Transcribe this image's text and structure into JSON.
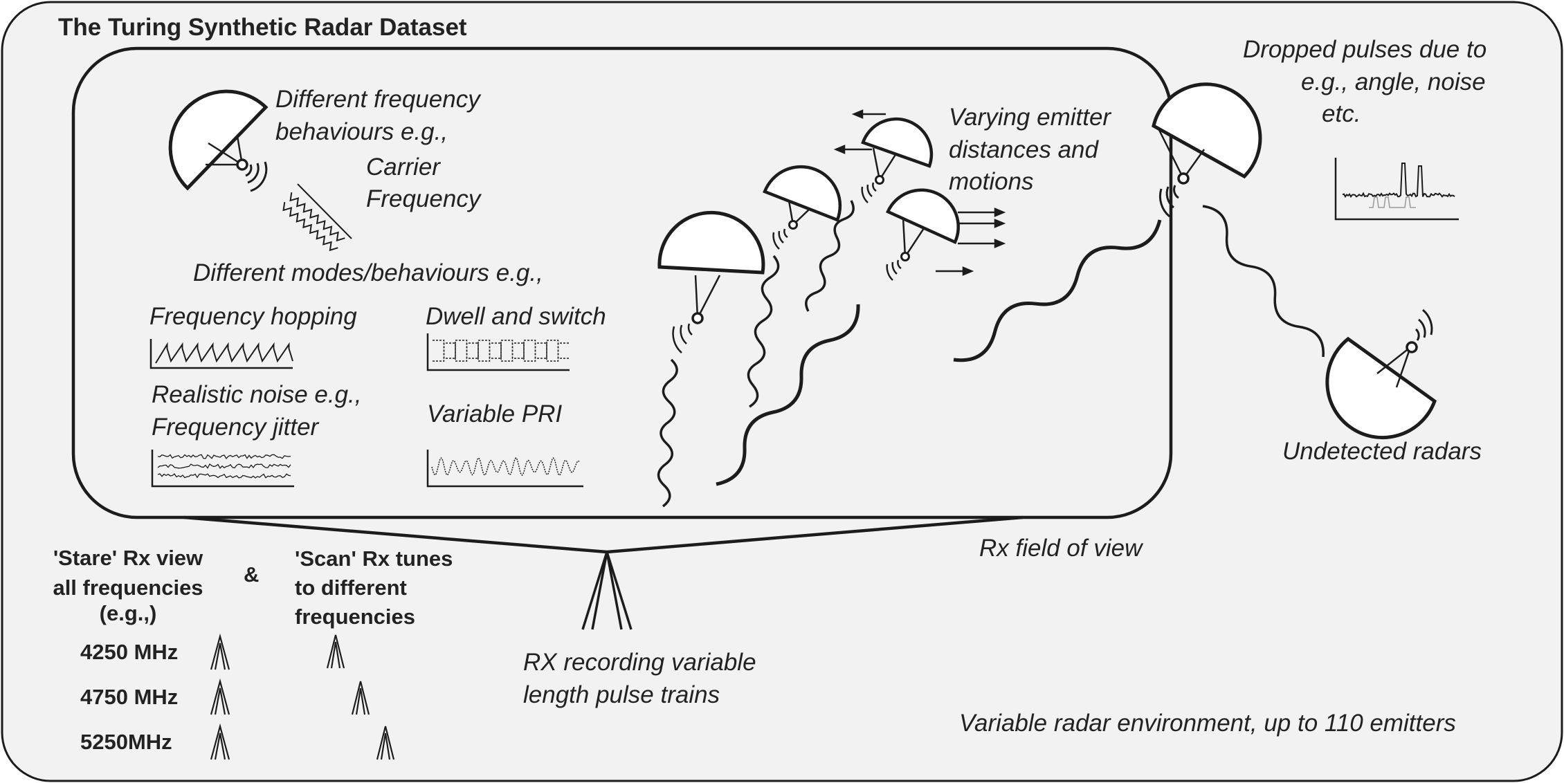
{
  "title": "The Turing Synthetic Radar Dataset",
  "labels": {
    "freq_behaviour": [
      "Different frequency",
      "behaviours e.g.,"
    ],
    "carrier": [
      "Carrier",
      "Frequency"
    ],
    "modes": "Different modes/behaviours e.g.,",
    "hopping": "Frequency hopping",
    "dwell": "Dwell and switch",
    "noise": [
      "Realistic noise e.g.,",
      "Frequency jitter"
    ],
    "pri": "Variable PRI",
    "varying": [
      "Varying emitter",
      "distances and",
      "motions"
    ],
    "dropped": [
      "Dropped pulses due to",
      "e.g., angle, noise",
      "etc."
    ],
    "undetected": "Undetected radars",
    "fov": "Rx field of view",
    "rx_record": [
      "RX recording variable",
      "length pulse trains"
    ],
    "environment": "Variable radar environment, up to 110 emitters",
    "stare": [
      "'Stare' Rx view",
      "all frequencies",
      "(e.g.,)"
    ],
    "amp": "&",
    "scan": [
      "'Scan' Rx tunes",
      "to different",
      "frequencies"
    ],
    "freqs": [
      "4250 MHz",
      "4750 MHz",
      "5250MHz"
    ]
  },
  "colors": {
    "background": "#f2f2f2",
    "ink": "#1c1c1c",
    "dish_fill": "#ffffff",
    "trace": "#444444"
  },
  "icons": [
    "radar-dish-icon",
    "radio-wave-icon",
    "antenna-icon",
    "motion-arrow-icon"
  ]
}
